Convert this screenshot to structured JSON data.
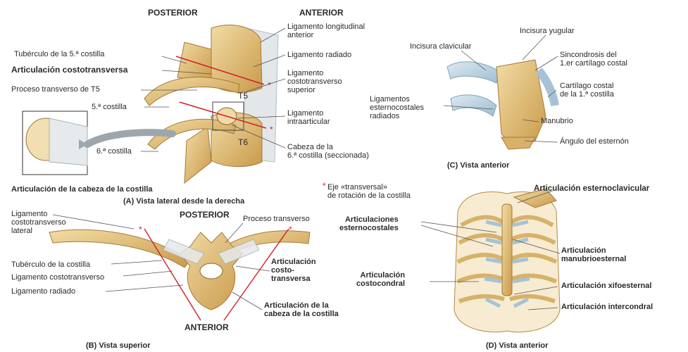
{
  "panelA": {
    "posterior": "POSTERIOR",
    "anterior": "ANTERIOR",
    "left_labels": [
      "Tubérculo de la 5.ª costilla",
      "Articulación costotransversa",
      "Proceso transverso de T5",
      "5.ª costilla",
      "6.ª costilla",
      "Articulación de la cabeza de la costilla"
    ],
    "right_labels": [
      "Ligamento longitudinal\nanterior",
      "Ligamento radiado",
      "Ligamento\ncostotransverso\nsuperior",
      "Ligamento\nintraarticular",
      "Cabeza de la\n6.ª costilla (seccionada)"
    ],
    "vertebra_labels": [
      "T5",
      "T6"
    ],
    "caption": "(A) Vista lateral desde la derecha"
  },
  "legend": {
    "asterisk": "*",
    "text": "Eje «transversal»\nde rotación de la costilla"
  },
  "panelB": {
    "posterior": "POSTERIOR",
    "anterior": "ANTERIOR",
    "left_labels": [
      "Ligamento\ncostotransverso\nlateral",
      "Tubérculo de la costilla",
      "Ligamento costotransverso",
      "Ligamento radiado"
    ],
    "right_labels": [
      "Proceso transverso",
      "Articulación\ncosto-\ntransversa",
      "Articulación de la\ncabeza de la costilla"
    ],
    "caption": "(B) Vista superior"
  },
  "panelC": {
    "labels": [
      "Incisura yugular",
      "Incisura clavicular",
      "Sincondrosis del\n1.er cartílago costal",
      "Cartílago costal\nde la 1.ª costilla",
      "Ligamentos\nesternocostales\nradiados",
      "Manubrio",
      "Ángulo del esternón"
    ],
    "caption": "(C) Vista anterior"
  },
  "panelD": {
    "labels": [
      "Articulación esternoclavicular",
      "Articulaciones\nesternocostales",
      "Articulación\nmanubrioesternal",
      "Articulación\ncostocondral",
      "Articulación xifoesternal",
      "Articulación intercondral"
    ],
    "caption": "(D) Vista anterior"
  },
  "colors": {
    "bone": "#e8c98a",
    "bone_dark": "#b8893e",
    "cartilage": "#b8d4e4",
    "ligament": "#e9ecef",
    "red_axis": "#d0202a"
  }
}
